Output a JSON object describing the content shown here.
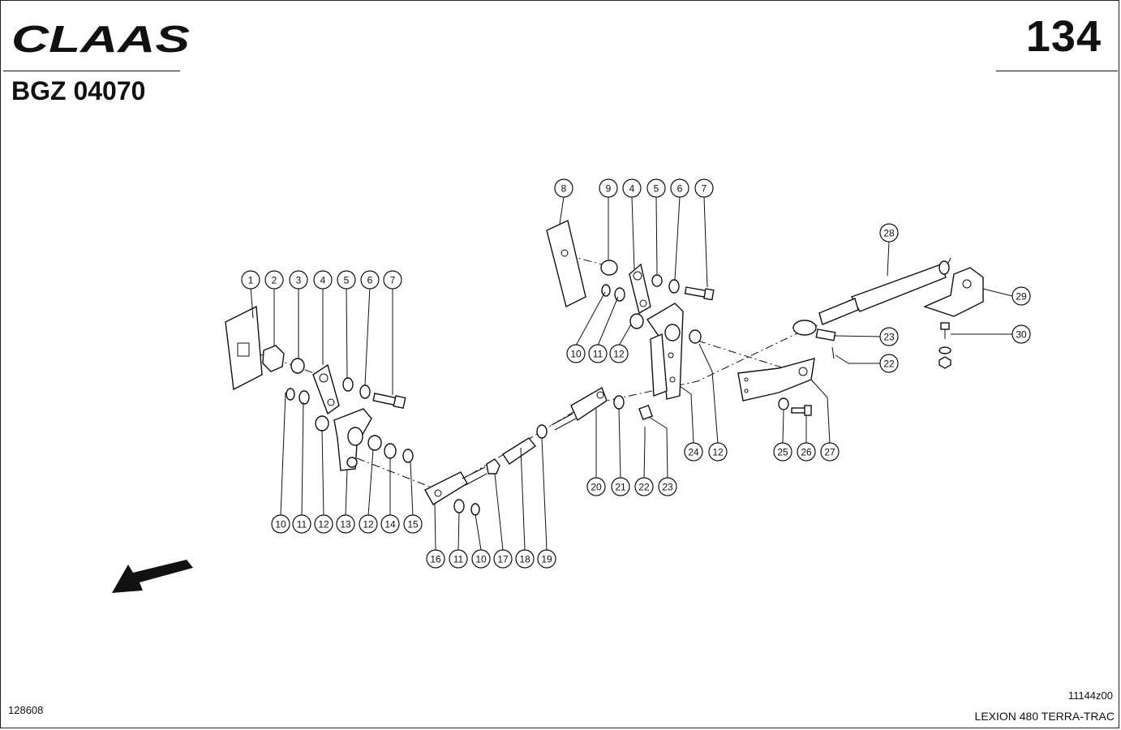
{
  "header": {
    "brand": "CLAAS",
    "page_number": "134",
    "document_id": "BGZ 04070"
  },
  "footer": {
    "left_code": "128608",
    "drawing_code": "11144z00",
    "model": "LEXION 480 TERRA-TRAC"
  },
  "callouts": [
    "1",
    "2",
    "3",
    "4",
    "5",
    "6",
    "7",
    "8",
    "9",
    "4",
    "5",
    "6",
    "7",
    "10",
    "11",
    "12",
    "10",
    "11",
    "12",
    "13",
    "12",
    "14",
    "15",
    "16",
    "11",
    "10",
    "17",
    "18",
    "19",
    "20",
    "21",
    "22",
    "23",
    "24",
    "12",
    "25",
    "26",
    "27",
    "28",
    "29",
    "23",
    "22",
    "30"
  ]
}
